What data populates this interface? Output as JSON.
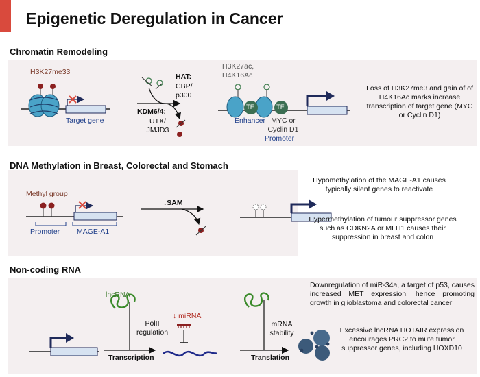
{
  "title": "Epigenetic Deregulation in Cancer",
  "sections": {
    "chromatin": {
      "title": "Chromatin Remodeling",
      "mark_left": "H3K27me33",
      "target_gene": "Target gene",
      "hat_label": "HAT:",
      "hat_enzymes": "CBP/\np300",
      "kdm_label": "KDM6/4:",
      "kdm_enzymes": "UTX/\nJMJD3",
      "marks_right": "H3K27ac,\nH4K16Ac",
      "tf": "TF",
      "enhancer": "Enhancer",
      "myc": "MYC or\nCyclin D1",
      "promoter": "Promoter",
      "description": "Loss of H3K27me3 and gain of of H4K16Ac marks increase transcription of target gene (MYC or Cyclin D1)"
    },
    "dna_methylation": {
      "title": "DNA Methylation in Breast, Colorectal and Stomach Cancers",
      "methyl_group": "Methyl group",
      "promoter": "Promoter",
      "mage": "MAGE-A1",
      "sam": "↓SAM",
      "desc_hypo": "Hypomethylation of the MAGE-A1 causes typically silent genes to reactivate",
      "desc_hyper": "Hypermethylation of tumour suppressor genes such as CDKN2A or MLH1 causes their suppression in  breast and colon"
    },
    "ncrna": {
      "title": "Non-coding RNA",
      "lncrna": "lncRNA",
      "polii": "PolII\nregulation",
      "mirna": "↓ miRNA",
      "mrna_stability": "mRNA\nstability",
      "transcription": "Transcription",
      "translation": "Translation",
      "desc_mir": "Downregulation of miR-34a, a target of p53, causes increased MET expression, hence promoting growth in glioblastoma and colorectal cancer",
      "desc_hotair": "Excessive lncRNA HOTAIR expression encourages PRC2 to mute tumor suppressor genes, including HOXD10"
    }
  },
  "colors": {
    "accent_red": "#d94a3d",
    "panel_bg": "#f4eff0",
    "nucleosome": "#4aa3c8",
    "tf_green": "#3b6e52",
    "methyl_dark_red": "#8b2020",
    "gene_box": "#d6e2f1",
    "dark_navy": "#1f2a5a"
  }
}
